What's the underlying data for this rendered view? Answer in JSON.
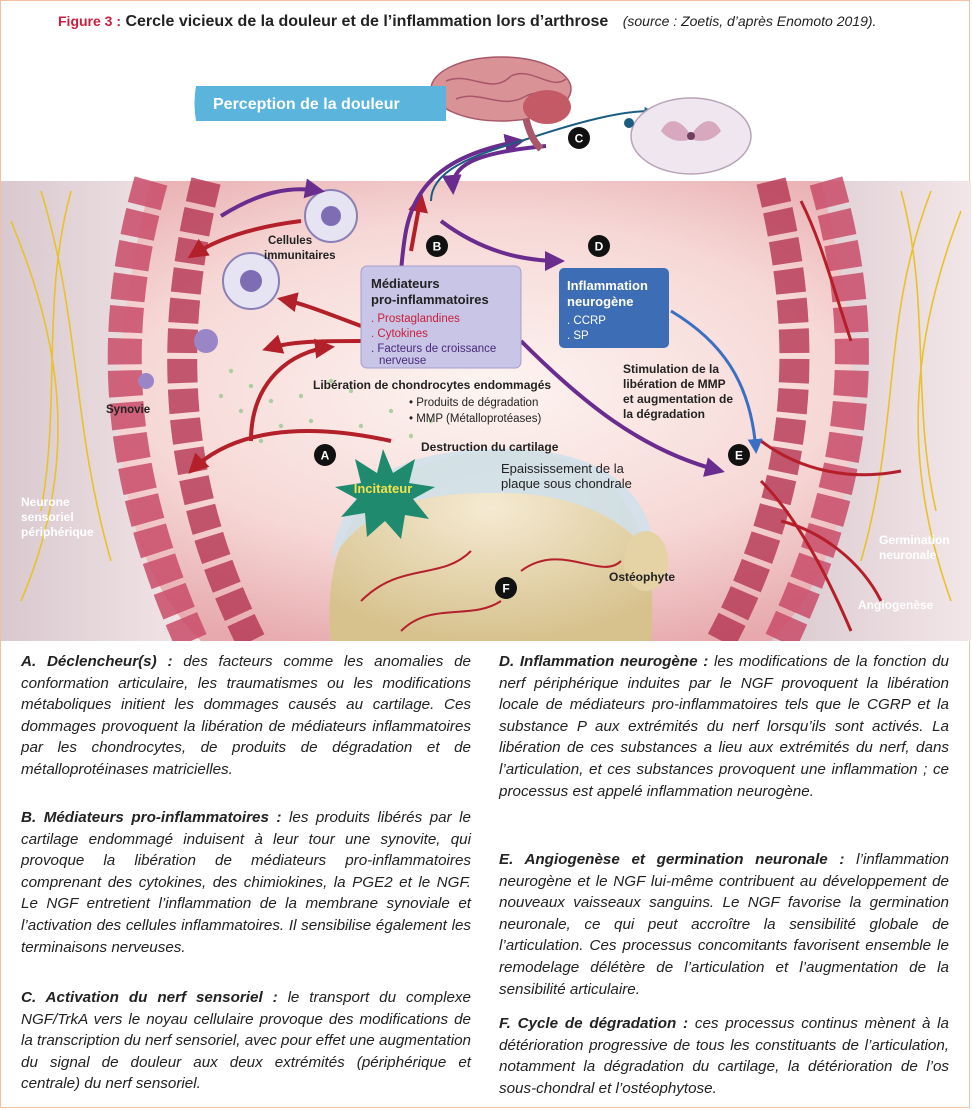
{
  "figure": {
    "label": "Figure 3 :",
    "title": "Cercle vicieux de la douleur et de l’inflammation lors d’arthrose",
    "source": "(source : Zoetis, d’après Enomoto 2019)."
  },
  "diagram": {
    "perception_label": "Perception de la douleur",
    "immune_cells_label_1": "Cellules",
    "immune_cells_label_2": "immunitaires",
    "mediators_title_1": "Médiateurs",
    "mediators_title_2": "pro-inflammatoires",
    "mediators_items": [
      ". Prostaglandines",
      ". Cytokines",
      ". Facteurs de croissance",
      "nerveuse"
    ],
    "neuro_title_1": "Inflammation",
    "neuro_title_2": "neurogène",
    "neuro_items": [
      ". CCRP",
      ". SP"
    ],
    "liberation_label": "Libération de chondrocytes endommagés",
    "liberation_items": [
      "• Produits de dégradation",
      "• MMP (Métalloprotéases)"
    ],
    "destruction_label": "Destruction du cartilage",
    "thickening_label_1": "Epaississement de la",
    "thickening_label_2": "plaque sous chondrale",
    "synovie_label": "Synovie",
    "neurone_label": [
      "Neurone",
      "sensoriel",
      "périphérique"
    ],
    "mmp_label": [
      "Stimulation de la",
      "libération de MMP",
      "et augmentation de",
      "la dégradation"
    ],
    "germination_label": [
      "Germination",
      "neuronale"
    ],
    "angiogenese_label": "Angiogenèse",
    "osteophyte_label": "Ostéophyte",
    "incitateur_label": "Incitateur",
    "markers": {
      "a": "A",
      "b": "B",
      "c": "C",
      "d": "D",
      "e": "E",
      "f": "F"
    }
  },
  "captions": {
    "A": {
      "head": "A. Déclencheur(s) :",
      "text": "des facteurs comme les anomalies de conformation articulaire, les traumatismes ou les modifications métaboliques initient les dommages causés au cartilage. Ces dommages provoquent la libération de médiateurs inflammatoires par les chondrocytes, de produits de dégradation et de métalloprotéinases matricielles."
    },
    "B": {
      "head": "B. Médiateurs pro-inflammatoires :",
      "text": "les produits libérés par le cartilage endommagé induisent à leur tour une synovite, qui provoque la libération de médiateurs pro-inflammatoires comprenant des cytokines, des chimiokines, la PGE2 et le NGF. Le NGF entretient l’inflammation de la membrane synoviale et l’activation des cellules inflammatoires. Il sensibilise également les terminaisons nerveuses."
    },
    "C": {
      "head": "C. Activation du nerf sensoriel :",
      "text": "le transport du complexe NGF/TrkA vers le noyau cellulaire provoque des modifications de la transcription du nerf sensoriel, avec pour effet une augmentation du signal de douleur aux deux extrémités (périphérique et centrale) du nerf sensoriel."
    },
    "D": {
      "head": "D. Inflammation neurogène :",
      "text": "les modifications de la fonction du nerf périphérique induites par le NGF provoquent la libération locale de médiateurs pro-inflammatoires tels que le CGRP et la substance P aux extrémités du nerf lorsqu’ils sont activés. La libération de ces substances a lieu aux extrémités du nerf, dans l’articulation, et ces substances provoquent une inflammation ; ce processus est appelé inflammation neurogène."
    },
    "E": {
      "head": "E. Angiogenèse et germination neuronale :",
      "text": "l’inflammation neurogène et le NGF lui-même contribuent au développement de nouveaux vaisseaux sanguins. Le NGF favorise la germination neuronale, ce qui peut accroître la sensibilité globale de l’articulation. Ces processus concomitants favorisent ensemble le remodelage délétère de l’articulation et l’augmentation de la sensibilité articulaire."
    },
    "F": {
      "head": "F. Cycle de dégradation :",
      "text": "ces processus continus mènent à la détérioration progressive de tous les constituants de l’articulation, notamment la dégradation du cartilage, la détérioration de l’os sous-chondral et l’ostéophytose."
    }
  },
  "colors": {
    "figure_label": "#c8203c",
    "perception_box": "#5ab4dc",
    "mediators_box": "#c9c5e6",
    "mediators_text": "#c8203c",
    "neuro_box": "#3d6db5",
    "arrow_purple": "#6a2c8e",
    "arrow_red": "#b3202a",
    "arrow_blue": "#3a6fc4",
    "incitateur": "#1f8a6e"
  }
}
